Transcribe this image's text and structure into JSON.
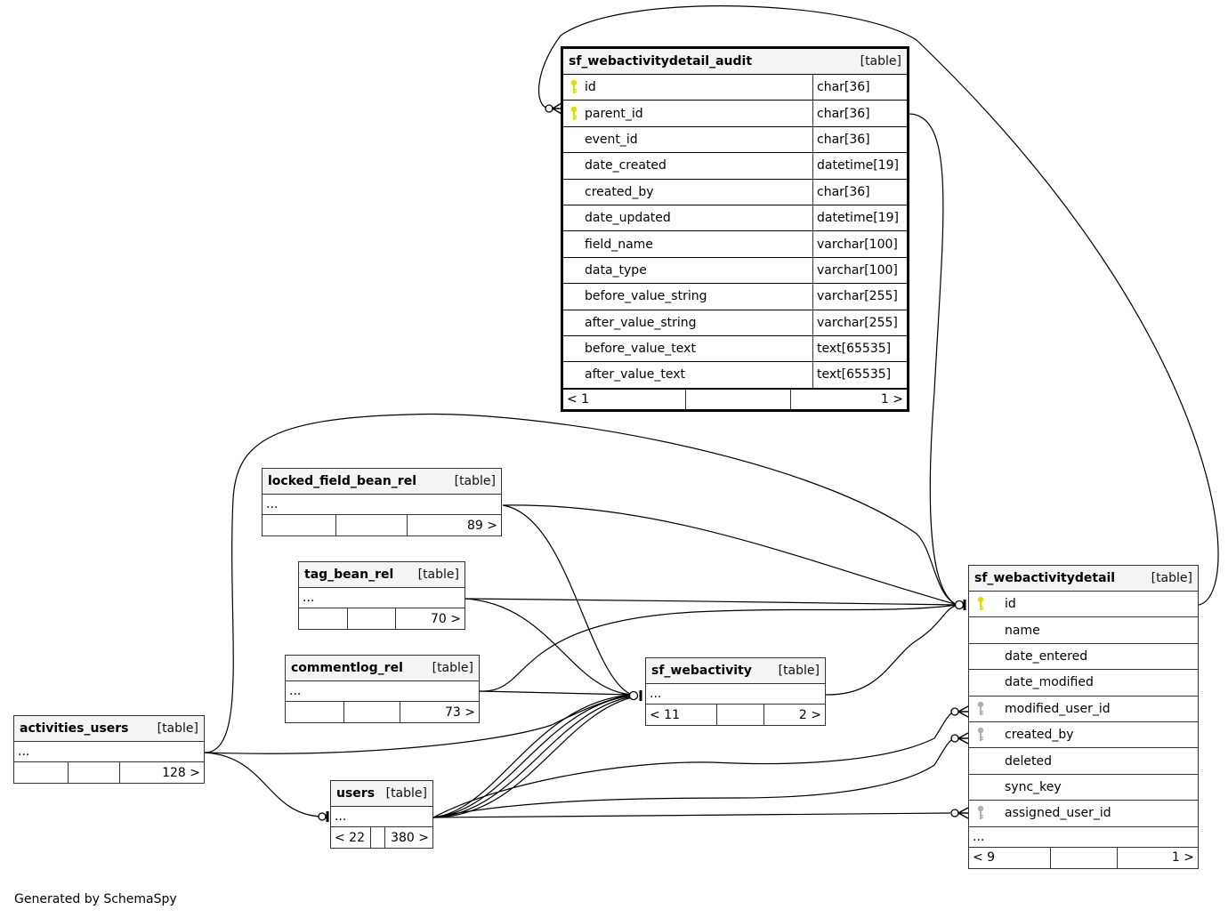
{
  "footer": "Generated by SchemaSpy",
  "key_colors": {
    "primary": "#e0e000",
    "foreign": "#b0b0b0"
  },
  "tables": {
    "audit": {
      "name": "sf_webactivitydetail_audit",
      "kind": "[table]",
      "columns": [
        {
          "name": "id",
          "type": "char[36]",
          "key": "primary"
        },
        {
          "name": "parent_id",
          "type": "char[36]",
          "key": "primary"
        },
        {
          "name": "event_id",
          "type": "char[36]",
          "key": ""
        },
        {
          "name": "date_created",
          "type": "datetime[19]",
          "key": ""
        },
        {
          "name": "created_by",
          "type": "char[36]",
          "key": ""
        },
        {
          "name": "date_updated",
          "type": "datetime[19]",
          "key": ""
        },
        {
          "name": "field_name",
          "type": "varchar[100]",
          "key": ""
        },
        {
          "name": "data_type",
          "type": "varchar[100]",
          "key": ""
        },
        {
          "name": "before_value_string",
          "type": "varchar[255]",
          "key": ""
        },
        {
          "name": "after_value_string",
          "type": "varchar[255]",
          "key": ""
        },
        {
          "name": "before_value_text",
          "type": "text[65535]",
          "key": ""
        },
        {
          "name": "after_value_text",
          "type": "text[65535]",
          "key": ""
        }
      ],
      "footer": {
        "parents": "< 1",
        "middle": "",
        "children": "1 >"
      }
    },
    "detail": {
      "name": "sf_webactivitydetail",
      "kind": "[table]",
      "columns": [
        {
          "name": "id",
          "key": "primary"
        },
        {
          "name": "name",
          "key": ""
        },
        {
          "name": "date_entered",
          "key": ""
        },
        {
          "name": "date_modified",
          "key": ""
        },
        {
          "name": "modified_user_id",
          "key": "foreign"
        },
        {
          "name": "created_by",
          "key": "foreign"
        },
        {
          "name": "deleted",
          "key": ""
        },
        {
          "name": "sync_key",
          "key": ""
        },
        {
          "name": "assigned_user_id",
          "key": "foreign"
        }
      ],
      "ellipsis": "...",
      "footer": {
        "parents": "< 9",
        "middle": "",
        "children": "1 >"
      }
    },
    "locked": {
      "name": "locked_field_bean_rel",
      "kind": "[table]",
      "ellipsis": "...",
      "footer": {
        "parents": "",
        "middle": "",
        "children": "89 >"
      }
    },
    "tag": {
      "name": "tag_bean_rel",
      "kind": "[table]",
      "ellipsis": "...",
      "footer": {
        "parents": "",
        "middle": "",
        "children": "70 >"
      }
    },
    "commentlog": {
      "name": "commentlog_rel",
      "kind": "[table]",
      "ellipsis": "...",
      "footer": {
        "parents": "",
        "middle": "",
        "children": "73 >"
      }
    },
    "webactivity": {
      "name": "sf_webactivity",
      "kind": "[table]",
      "ellipsis": "...",
      "footer": {
        "parents": "< 11",
        "middle": "",
        "children": "2 >"
      }
    },
    "activities_users": {
      "name": "activities_users",
      "kind": "[table]",
      "ellipsis": "...",
      "footer": {
        "parents": "",
        "middle": "",
        "children": "128 >"
      }
    },
    "users": {
      "name": "users",
      "kind": "[table]",
      "ellipsis": "...",
      "footer": {
        "parents": "< 22",
        "middle": "",
        "children": "380 >"
      }
    }
  }
}
